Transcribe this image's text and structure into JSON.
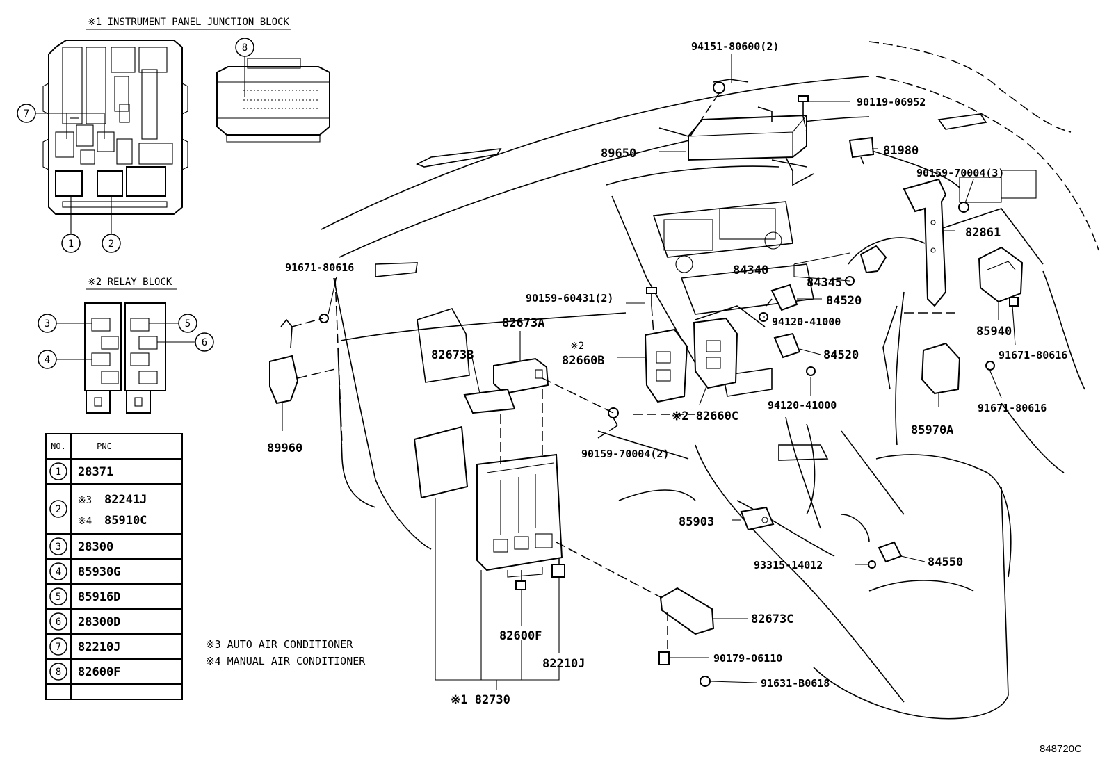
{
  "captions": {
    "ipjb": "※1 INSTRUMENT PANEL JUNCTION BLOCK",
    "relay": "※2 RELAY BLOCK",
    "note3": "※3 AUTO AIR CONDITIONER",
    "note4": "※4 MANUAL AIR CONDITIONER",
    "drawing_no": "848720C"
  },
  "table": {
    "header_no": "NO.",
    "header_pnc": "PNC",
    "rows": [
      {
        "no": "1",
        "pnc": "28371"
      },
      {
        "no": "2",
        "pnc_a_mark": "※3",
        "pnc_a": "82241J",
        "pnc_b_mark": "※4",
        "pnc_b": "85910C"
      },
      {
        "no": "3",
        "pnc": "28300"
      },
      {
        "no": "4",
        "pnc": "85930G"
      },
      {
        "no": "5",
        "pnc": "85916D"
      },
      {
        "no": "6",
        "pnc": "28300D"
      },
      {
        "no": "7",
        "pnc": "82210J"
      },
      {
        "no": "8",
        "pnc": "82600F"
      }
    ]
  },
  "callouts": {
    "c1": "1",
    "c2": "2",
    "c3": "3",
    "c4": "4",
    "c5": "5",
    "c6": "6",
    "c7": "7",
    "c8": "8"
  },
  "parts": {
    "p94151": "94151-80600(2)",
    "p90119": "90119-06952",
    "p89650": "89650",
    "p81980": "81980",
    "p90159_3": "90159-70004(3)",
    "p82861": "82861",
    "p84340": "84340",
    "p84345": "84345",
    "p84520a": "84520",
    "p94120a": "94120-41000",
    "p84520b": "84520",
    "p94120b": "94120-41000",
    "p85940": "85940",
    "p91671c": "91671-80616",
    "p91671d": "91671-80616",
    "p85970A": "85970A",
    "p91671a": "91671-80616",
    "p90159_2a": "90159-60431(2)",
    "p82673A": "82673A",
    "p82673B": "82673B",
    "p82660B_mark": "※2",
    "p82660B": "82660B",
    "p82660C": "※2 82660C",
    "p89960": "89960",
    "p90159_2b": "90159-70004(2)",
    "p85903": "85903",
    "p93315": "93315-14012",
    "p84550": "84550",
    "p82673C": "82673C",
    "p90179": "90179-06110",
    "p91631": "91631-B0618",
    "p82600F": "82600F",
    "p82210J": "82210J",
    "p82730": "※1  82730"
  }
}
